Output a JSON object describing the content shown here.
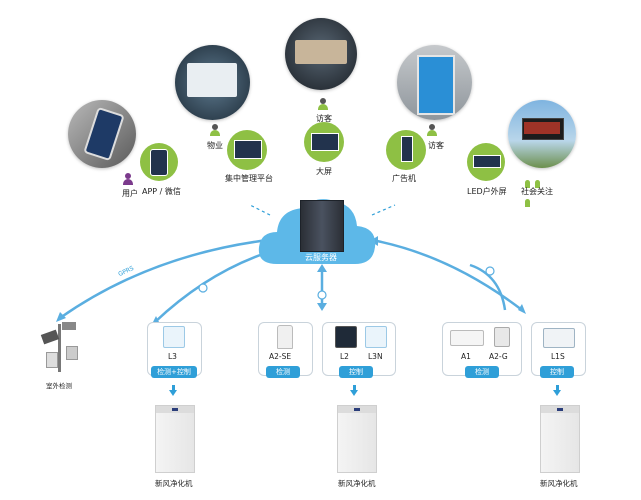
{
  "top_labels": {
    "user": "用户",
    "app": "APP / 微信",
    "property": "物业",
    "platform": "集中管理平台",
    "visitor1": "访客",
    "bigscreen": "大屏",
    "visitor2": "访客",
    "ad": "广告机",
    "led": "LED户外屏",
    "social": "社会关注"
  },
  "cloud_label": "云服务器",
  "link_labels": {
    "left": "GPRS"
  },
  "outdoor_label": "室外检测",
  "groups": [
    {
      "devices": [
        "L3"
      ],
      "tag": "检测+控制",
      "unit": "新风净化机"
    },
    {
      "devices": [
        "A2-SE"
      ],
      "tag": "检测"
    },
    {
      "devices": [
        "L2",
        "L3N"
      ],
      "tag": "控制",
      "unit": "新风净化机"
    },
    {
      "devices": [
        "A1",
        "A2-G"
      ],
      "tag": "检测"
    },
    {
      "devices": [
        "L1S"
      ],
      "tag": "控制",
      "unit": "新风净化机"
    }
  ],
  "colors": {
    "accent": "#2f9fd8",
    "green": "#8ec044",
    "line": "#5aaee0"
  }
}
